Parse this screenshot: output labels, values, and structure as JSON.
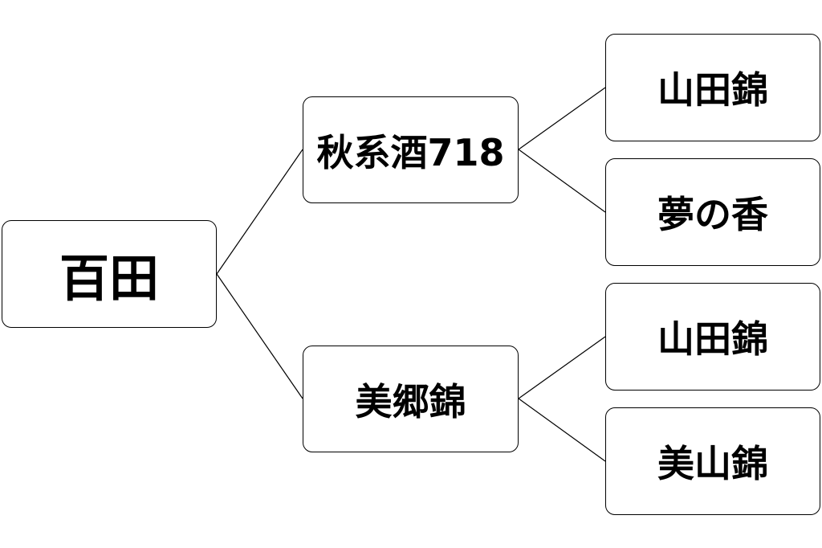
{
  "root": {
    "label": "百田"
  },
  "branches": [
    {
      "label": "秋系酒718",
      "children": [
        {
          "label": "山田錦"
        },
        {
          "label": "夢の香"
        }
      ]
    },
    {
      "label": "美郷錦",
      "children": [
        {
          "label": "山田錦"
        },
        {
          "label": "美山錦"
        }
      ]
    }
  ]
}
